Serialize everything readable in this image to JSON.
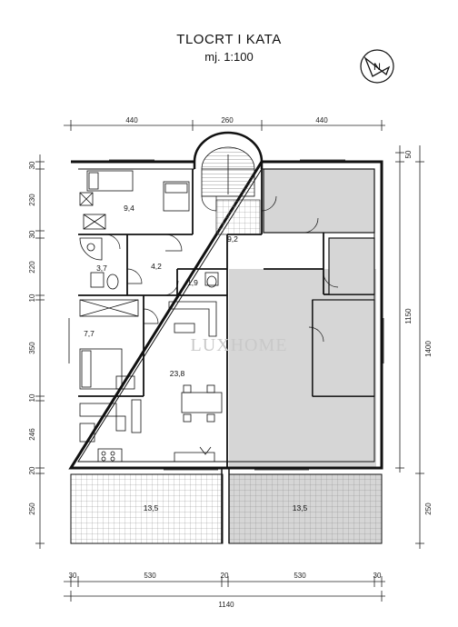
{
  "header": {
    "title": "TLOCRT I KATA",
    "scale": "mj. 1:100"
  },
  "compass_label": "N",
  "watermark": "LUXHOME",
  "dimensions": {
    "top": [
      "440",
      "260",
      "440"
    ],
    "bottom": [
      "30",
      "530",
      "20",
      "530",
      "30"
    ],
    "bottom_total": "1140",
    "left": [
      "30",
      "230",
      "30",
      "220",
      "10",
      "350",
      "10",
      "246",
      "20",
      "250"
    ],
    "right": [
      "50",
      "1150",
      "1400",
      "250"
    ]
  },
  "rooms": {
    "bedroom_top": "9,4",
    "hall_top": "9,2",
    "bath": "3,7",
    "corridor": "4,2",
    "wc": "1,9",
    "bedroom_mid": "7,7",
    "living": "23,8",
    "terrace_left": "13,5",
    "terrace_right": "13,5"
  }
}
